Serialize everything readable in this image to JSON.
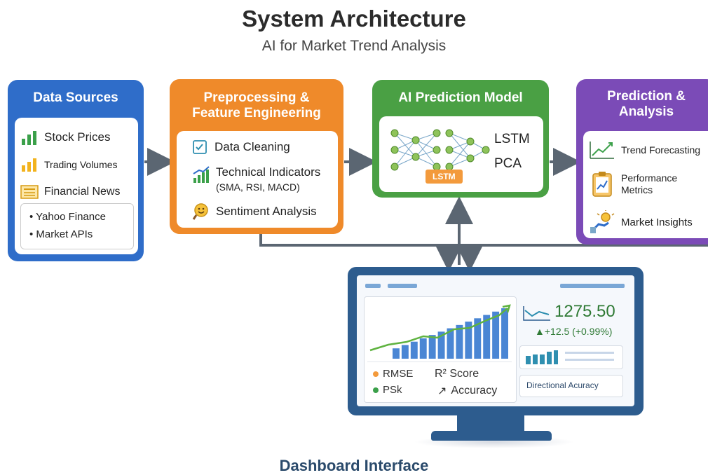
{
  "title": "System Architecture",
  "subtitle": "AI for Market Trend Analysis",
  "data_sources": {
    "title": "Data Sources",
    "items": [
      "Stock Prices",
      "Trading Volumes",
      "Financial News"
    ],
    "sources": [
      "• Yahoo Finance",
      "• Market APIs"
    ],
    "color": "#2f6dc9"
  },
  "preprocessing": {
    "title_line1": "Preprocessing &",
    "title_line2": "Feature Engineering",
    "items": [
      "Data Cleaning",
      "Technical Indicators",
      "(SMA, RSI, MACD)",
      "Sentiment Analysis"
    ],
    "color": "#ef8a2a"
  },
  "model": {
    "title": "AI Prediction Model",
    "items": [
      "LSTM",
      "PCA"
    ],
    "badge": "LSTM",
    "color": "#4aa044"
  },
  "prediction": {
    "title_line1": "Prediction &",
    "title_line2": "Analysis",
    "items": [
      "Trend Forecasting",
      "Performance",
      "Metrics",
      "Market Insights"
    ],
    "color": "#7b4bb7"
  },
  "dashboard": {
    "label": "Dashboard Interface",
    "price": "1275.50",
    "change": "▲+12.5 (+0.99%)",
    "metrics": [
      "RMSE",
      "R² Score",
      "PSk",
      "Accuracy"
    ],
    "directional": "Directional Acuracy",
    "bar_values": [
      1,
      2,
      3,
      4,
      5,
      6,
      7,
      8,
      9,
      10,
      11,
      12,
      13
    ]
  }
}
